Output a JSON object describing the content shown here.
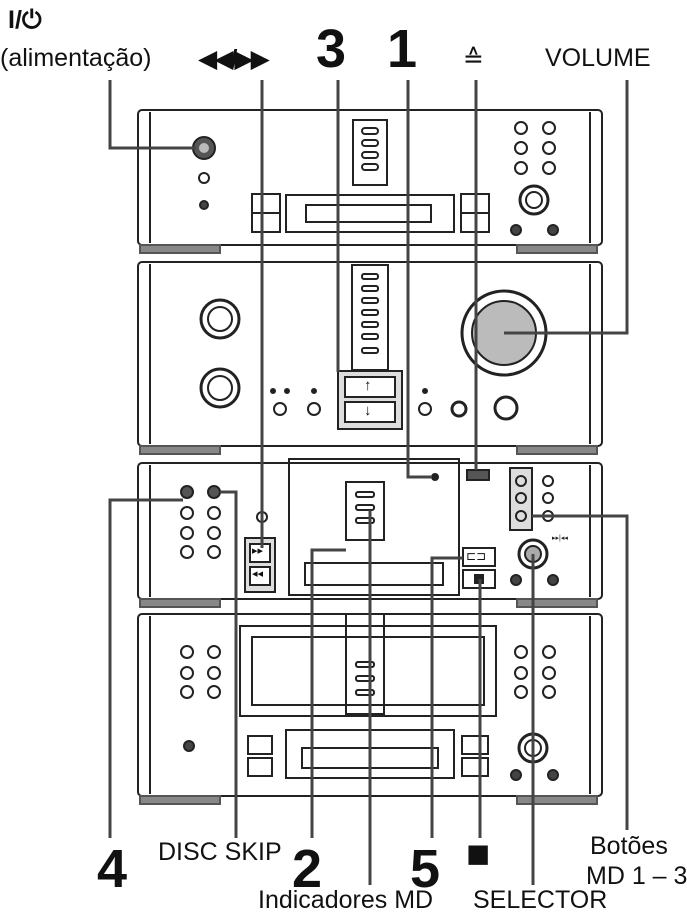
{
  "labels": {
    "power_symbol": "I/⏻",
    "power_text": "(alimentação)",
    "skip_symbol": "◀◀/▶▶",
    "num3": "3",
    "num1": "1",
    "eject_symbol": "≙",
    "volume": "VOLUME",
    "num4": "4",
    "disc_skip": "DISC SKIP",
    "num2": "2",
    "num5": "5",
    "stop_symbol": "■",
    "botoes_line1": "Botões",
    "botoes_line2": "MD 1 – 3",
    "indicadores": "Indicadores MD",
    "selector": "SELECTOR"
  },
  "device_marks": {
    "up_arrow": "↑",
    "down_arrow": "↓",
    "ff": "▸▸",
    "rew": "◂◂",
    "playpause": "▸▸/◂◂",
    "ab": "⊏⊐",
    "stop_small": "■"
  }
}
